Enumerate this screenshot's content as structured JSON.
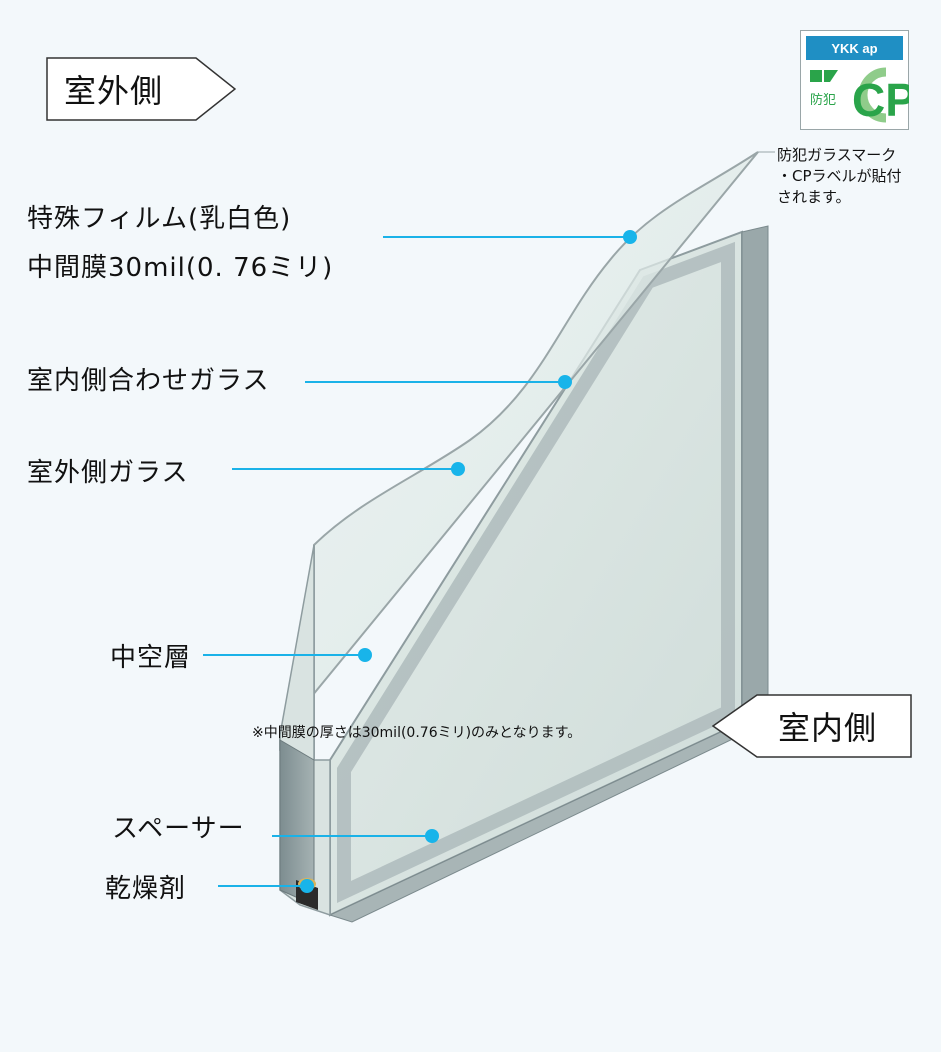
{
  "tags": {
    "outside": "室外側",
    "inside": "室内側"
  },
  "labels": {
    "film_line1": "特殊フィルム(乳白色)",
    "film_line2": "中間膜30mil(0. 76ミリ)",
    "inner_laminated_glass": "室内側合わせガラス",
    "outer_glass": "室外側ガラス",
    "air_layer": "中空層",
    "spacer": "スペーサー",
    "desiccant": "乾燥剤"
  },
  "note": "※中間膜の厚さは30mil(0.76ミリ)のみとなります。",
  "logo": {
    "brand": "YKK ap",
    "mark_text": "防犯",
    "cp_text": "CP",
    "caption": [
      "防犯ガラスマーク",
      "・CPラベルが貼付",
      "されます。"
    ]
  },
  "colors": {
    "leader": "#1ab2e8",
    "dot": "#18b4ea",
    "logo_blue": "#1f8fc4",
    "logo_green": "#2aa44a"
  }
}
